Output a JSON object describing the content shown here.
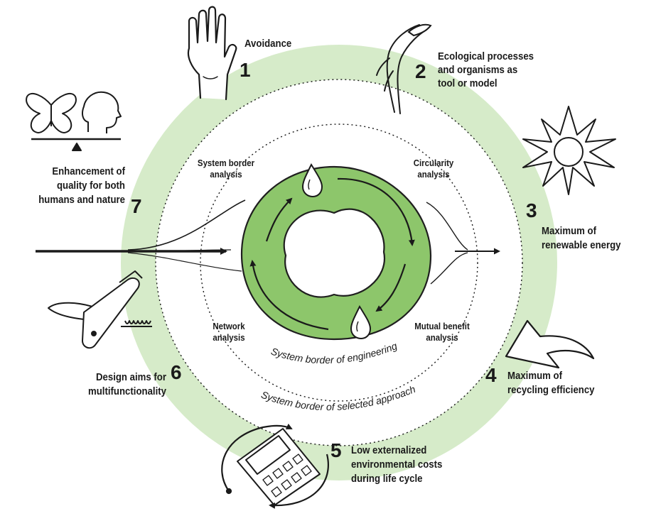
{
  "colors": {
    "outer_ring": "#d6ebc9",
    "inner_ring": "#8dc66b",
    "inner_ring_stroke": "#1f1f1f",
    "ink": "#1a1a1a"
  },
  "principles": [
    {
      "number": "1",
      "label": "Avoidance",
      "icon": "raised-hand-icon"
    },
    {
      "number": "2",
      "label": "Ecological processes\nand organisms as\ntool or model",
      "icon": "plant-stalk-icon"
    },
    {
      "number": "3",
      "label": "Maximum of\nrenewable energy",
      "icon": "sun-icon"
    },
    {
      "number": "4",
      "label": "Maximum of\nrecycling efficiency",
      "icon": "curved-arrow-icon"
    },
    {
      "number": "5",
      "label": "Low externalized\nenvironmental costs\nduring life cycle",
      "icon": "calculator-icon"
    },
    {
      "number": "6",
      "label": "Design aims for\nmultifunctionality",
      "icon": "pocket-knife-icon"
    },
    {
      "number": "7",
      "label": "Enhancement of\nquality for both\nhumans and nature",
      "icon": "butterfly-human-balance-icon"
    }
  ],
  "analyses": {
    "system_border": "System border\nanalysis",
    "circularity": "Circularity\nanalysis",
    "network": "Network\nanalysis",
    "mutual_benefit": "Mutual benefit\nanalysis"
  },
  "borders": {
    "engineering": "System border of engineering",
    "selected_approach": "System border of selected approach"
  }
}
